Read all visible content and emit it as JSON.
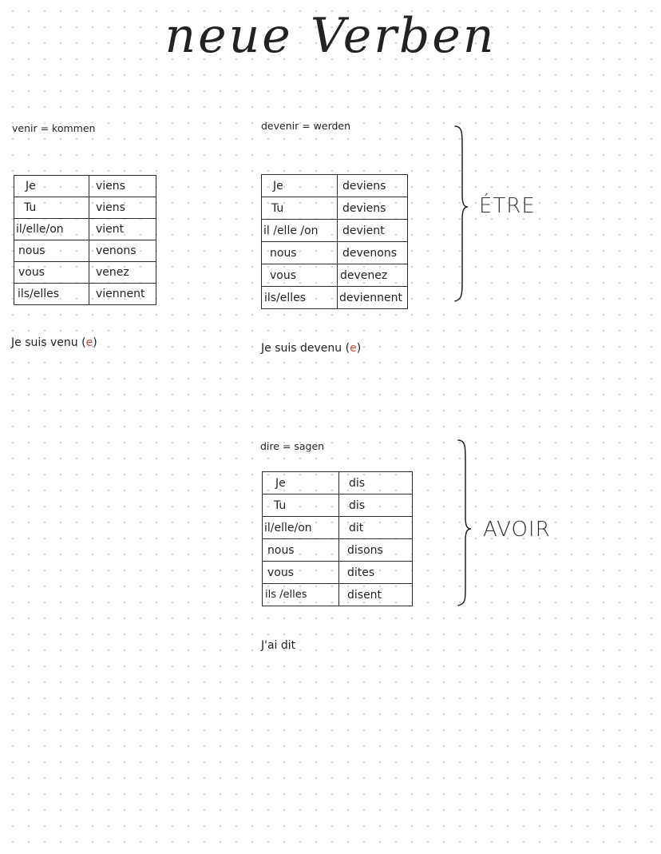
{
  "title": "neue Verben",
  "verbs": {
    "venir": {
      "definition": "venir = kommen",
      "rows": [
        [
          "Je",
          "viens"
        ],
        [
          "Tu",
          "viens"
        ],
        [
          "il/elle/on",
          "vient"
        ],
        [
          "nous",
          "venons"
        ],
        [
          "vous",
          "venez"
        ],
        [
          "ils/elles",
          "viennent"
        ]
      ],
      "perfect_prefix": "Je suis  venu (",
      "perfect_marker": "e",
      "perfect_suffix": ")"
    },
    "devenir": {
      "definition": "devenir = werden",
      "rows": [
        [
          "Je",
          "deviens"
        ],
        [
          "Tu",
          "deviens"
        ],
        [
          "il /elle /on",
          "devient"
        ],
        [
          "nous",
          "devenons"
        ],
        [
          "vous",
          "devenez"
        ],
        [
          "ils/elles",
          "deviennent"
        ]
      ],
      "perfect_prefix": "Je suis devenu (",
      "perfect_marker": "e",
      "perfect_suffix": ")"
    },
    "dire": {
      "definition": "dire = sagen",
      "rows": [
        [
          "Je",
          "dis"
        ],
        [
          "Tu",
          "dis"
        ],
        [
          "il/elle/on",
          "dit"
        ],
        [
          "nous",
          "disons"
        ],
        [
          "vous",
          "dites"
        ],
        [
          "ils /elles",
          "disent"
        ]
      ],
      "perfect": "J'ai  dit"
    }
  },
  "auxiliaries": {
    "etre": "ÉTRE",
    "avoir": "AVOIR"
  }
}
